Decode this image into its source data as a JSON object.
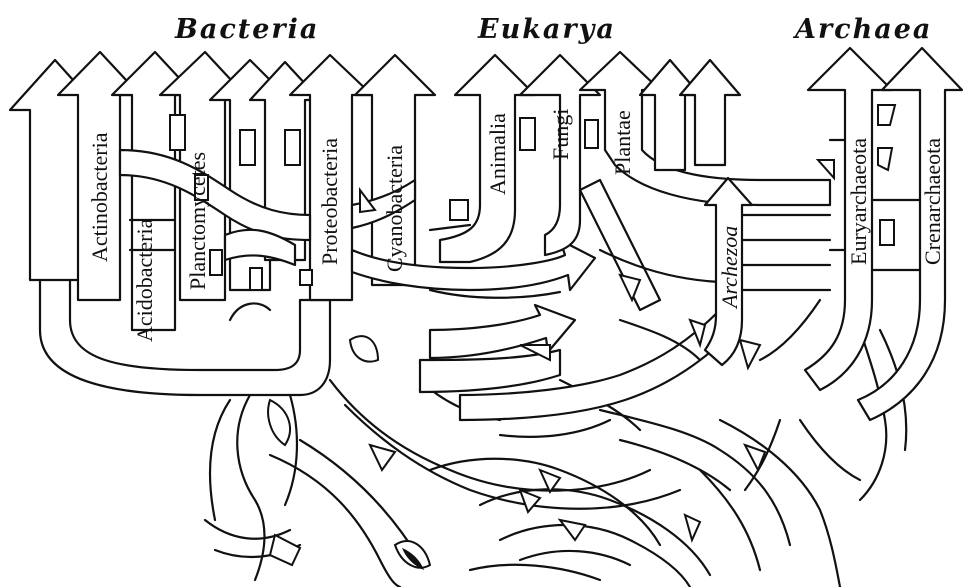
{
  "domains": {
    "bacteria": "Bacteria",
    "eukarya": "Eukarya",
    "archaea": "Archaea"
  },
  "taxa": {
    "actinobacteria": "Actinobacteria",
    "acidobacteria": "Acidobacteria",
    "planctomycetes": "Planctomycetes",
    "proteobacteria": "Proteobacteria",
    "cyanobacteria": "Cyanobacteria",
    "animalia": "Animalia",
    "fungi": "Fungi",
    "plantae": "Plantae",
    "archezoa": "Archezoa",
    "euryarchaeota": "Euryarchaeota",
    "crenarchaeota": "Crenarchaeota"
  }
}
